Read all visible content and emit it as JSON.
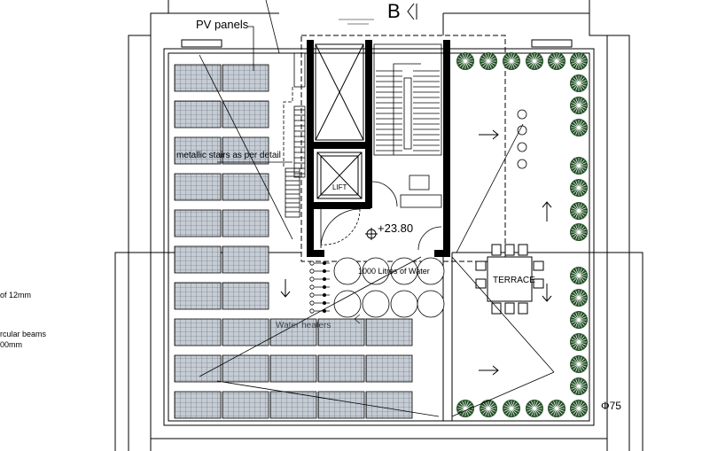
{
  "section_marker": "B",
  "labels": {
    "pv_panels": "PV panels",
    "metallic_stairs": "metallic stairs as per detail",
    "lift": "LIFT",
    "level": "+23.80",
    "water_tank": "1000 Litres of Water",
    "water_heaters": "Water heaters",
    "terrace": "TERRACE",
    "tree_diameter": "Φ75"
  },
  "side_notes": [
    "of  12mm",
    "rcular beams",
    "00mm"
  ],
  "colors": {
    "line": "#000000",
    "panel_fill": "#c6ccd4",
    "panel_grid": "#5a6370",
    "wall_fill": "#000000",
    "tree_fill": "#1f4d22"
  }
}
